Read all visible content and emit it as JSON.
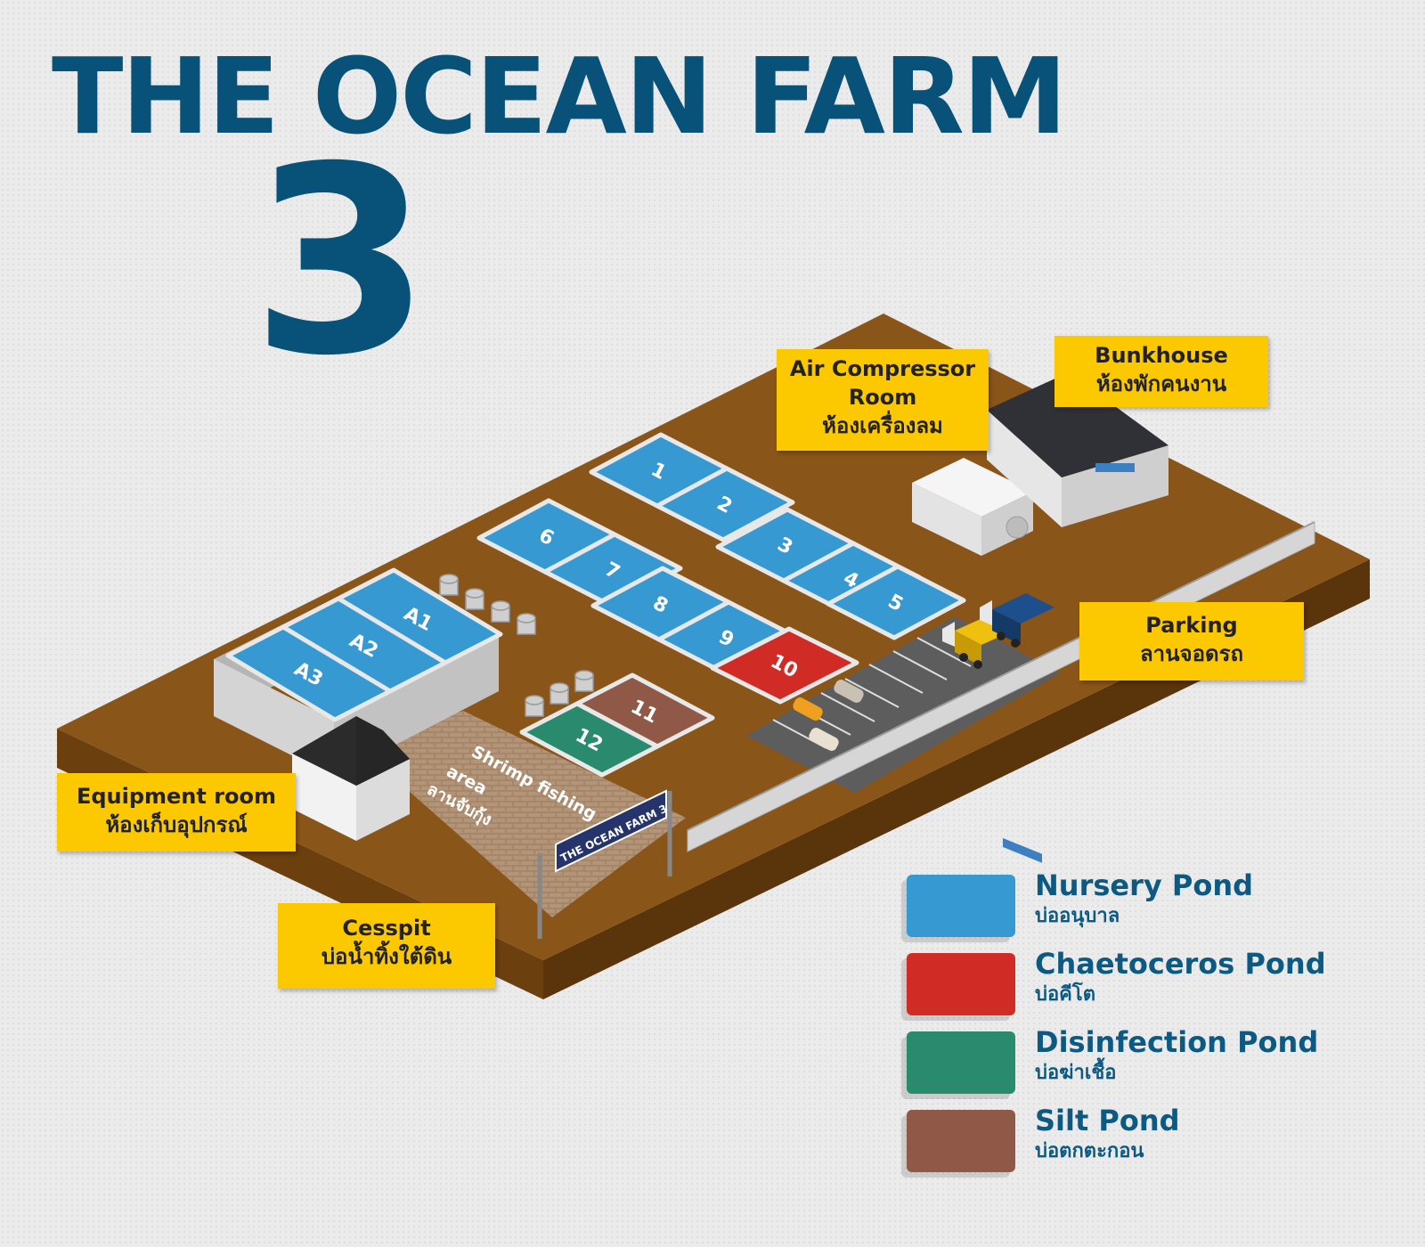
{
  "header": {
    "title": "THE OCEAN FARM",
    "number": "3"
  },
  "ponds": [
    {
      "label": "1",
      "type": "nursery"
    },
    {
      "label": "2",
      "type": "nursery"
    },
    {
      "label": "3",
      "type": "nursery"
    },
    {
      "label": "4",
      "type": "nursery"
    },
    {
      "label": "5",
      "type": "nursery"
    },
    {
      "label": "6",
      "type": "nursery"
    },
    {
      "label": "7",
      "type": "nursery"
    },
    {
      "label": "8",
      "type": "nursery"
    },
    {
      "label": "9",
      "type": "nursery"
    },
    {
      "label": "10",
      "type": "chaetoceros"
    },
    {
      "label": "11",
      "type": "silt"
    },
    {
      "label": "12",
      "type": "disinfection"
    },
    {
      "label": "A1",
      "type": "nursery"
    },
    {
      "label": "A2",
      "type": "nursery"
    },
    {
      "label": "A3",
      "type": "nursery"
    }
  ],
  "areas": {
    "shrimp_fishing": {
      "line1": "Shrimp fishing",
      "line2": "area",
      "line3": "ลานจับกุ้ง"
    },
    "sign": "THE OCEAN FARM 3"
  },
  "callouts": {
    "air_compressor": {
      "en1": "Air Compressor",
      "en2": "Room",
      "th": "ห้องเครื่องลม"
    },
    "bunkhouse": {
      "en": "Bunkhouse",
      "th": "ห้องพักคนงาน"
    },
    "parking": {
      "en": "Parking",
      "th": "ลานจอดรถ"
    },
    "equipment": {
      "en": "Equipment room",
      "th": "ห้องเก็บอุปกรณ์"
    },
    "cesspit": {
      "en": "Cesspit",
      "th": "บ่อน้ำทิ้งใต้ดิน"
    }
  },
  "legend": [
    {
      "en": "Nursery Pond",
      "th": "บ่ออนุบาล",
      "color": "#3799d1"
    },
    {
      "en": "Chaetoceros Pond",
      "th": "บ่อคีโต",
      "color": "#d02b25"
    },
    {
      "en": "Disinfection Pond",
      "th": "บ่อฆ่าเชื้อ",
      "color": "#2a8a6e"
    },
    {
      "en": "Silt Pond",
      "th": "บ่อตกตะกอน",
      "color": "#8f5847"
    }
  ],
  "colors": {
    "title": "#08527a",
    "ground_top": "#8a5518",
    "callout": "#fcc800",
    "nursery": "#3799d1",
    "chaetoceros": "#d02b25",
    "disinfection": "#2a8a6e",
    "silt": "#8f5847"
  }
}
